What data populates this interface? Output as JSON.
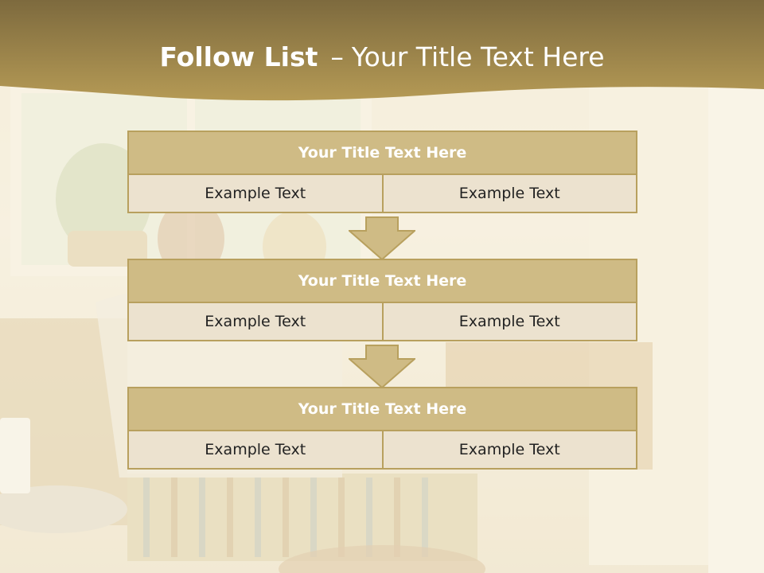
{
  "title": {
    "bold": "Follow List",
    "dash": "–",
    "rest": "Your Title Text Here"
  },
  "blocks": [
    {
      "heading": "Your Title Text Here",
      "left": "Example Text",
      "right": "Example Text"
    },
    {
      "heading": "Your Title Text Here",
      "left": "Example Text",
      "right": "Example Text"
    },
    {
      "heading": "Your Title Text Here",
      "left": "Example Text",
      "right": "Example Text"
    }
  ],
  "colors": {
    "header": "#a98c45",
    "box_head": "#cfbb85",
    "box_cell": "#ece2cf",
    "border": "#b8a05e"
  }
}
